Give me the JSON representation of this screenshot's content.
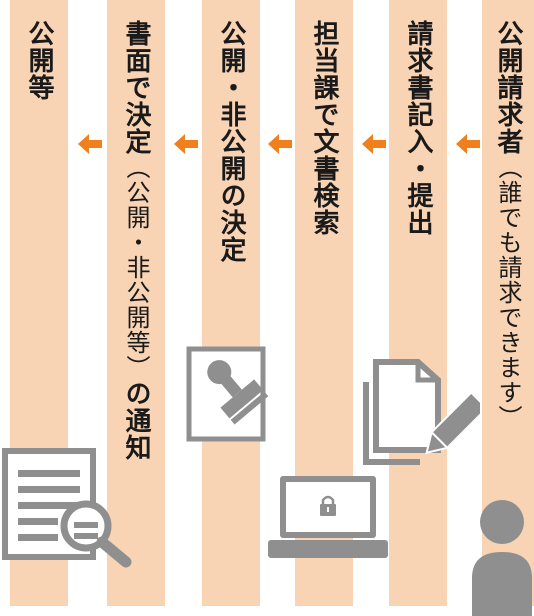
{
  "columns": [
    {
      "id": "disclosure",
      "title": "公開等",
      "sub": ""
    },
    {
      "id": "notice",
      "title": "書面で決定",
      "sub": "（公開・非公開等）",
      "title2": "の通知"
    },
    {
      "id": "decision",
      "title": "公開・非公開の決定",
      "sub": ""
    },
    {
      "id": "search",
      "title": "担当課で文書検索",
      "sub": ""
    },
    {
      "id": "submit",
      "title": "請求書記入・提出",
      "sub": ""
    },
    {
      "id": "requester",
      "title": "公開請求者",
      "sub": "（誰でも請求できます）"
    }
  ],
  "colors": {
    "column": "#f9d4b4",
    "arrow": "#f07f1e",
    "icon": "#8f8f8f",
    "icon_light": "#ffffff"
  }
}
